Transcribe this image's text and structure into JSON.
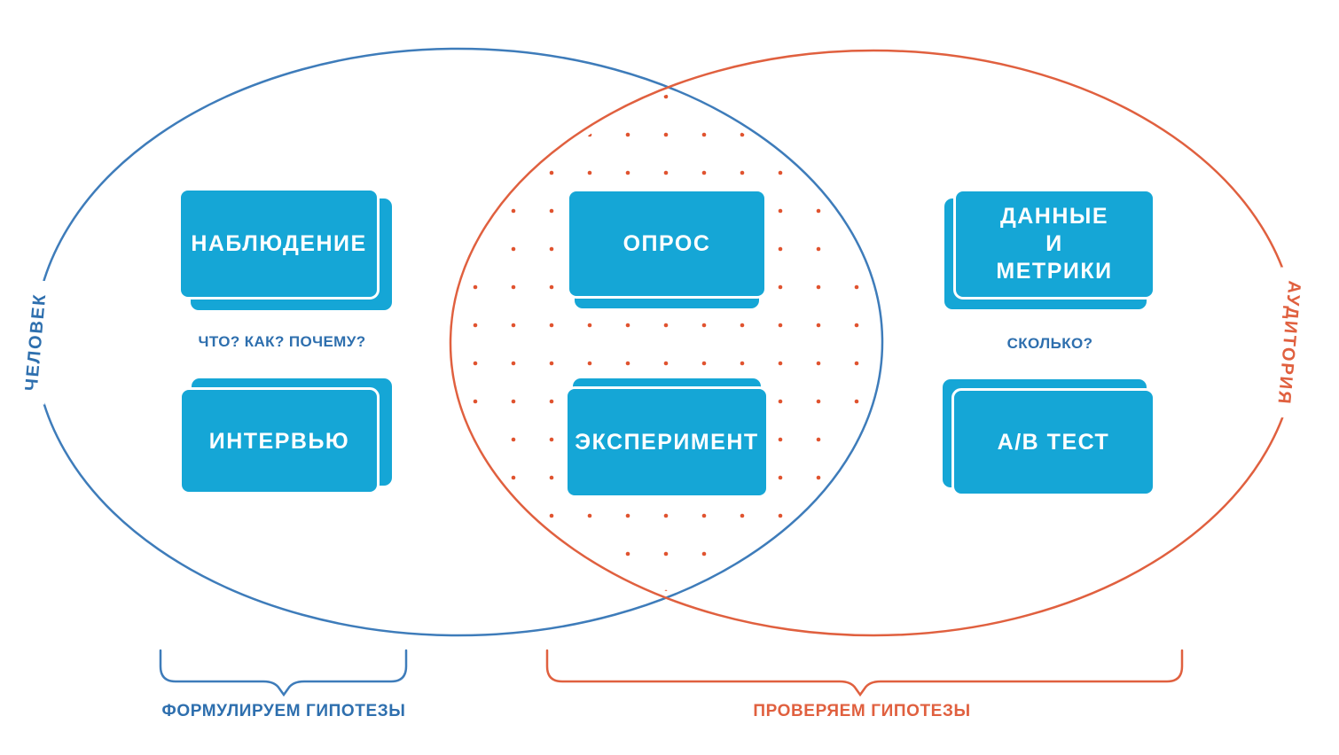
{
  "circles": {
    "left": {
      "label": "ЧЕЛОВЕК",
      "question": "ЧТО? КАК? ПОЧЕМУ?",
      "caption": "ФОРМУЛИРУЕМ ГИПОТЕЗЫ",
      "color": "#3E7CBA"
    },
    "right": {
      "label": "АУДИТОРИЯ",
      "question": "СКОЛЬКО?",
      "caption": "ПРОВЕРЯЕМ ГИПОТЕЗЫ",
      "color": "#E0603F"
    }
  },
  "boxes": {
    "observation": {
      "label": "НАБЛЮДЕНИЕ"
    },
    "interview": {
      "label": "ИНТЕРВЬЮ"
    },
    "survey": {
      "label": "ОПРОС"
    },
    "experiment": {
      "label": "ЭКСПЕРИМЕНТ"
    },
    "data_metrics": {
      "label": "ДАННЫЕ\nИ\nМЕТРИКИ"
    },
    "ab_test": {
      "label": "A/B ТЕСТ"
    }
  },
  "colors": {
    "box_fill": "#15A6D6",
    "box_text": "#FFFFFF",
    "blue_stroke": "#3E7CBA",
    "blue_text": "#2E6FAE",
    "orange_stroke": "#E0603F",
    "dots": "#E0532F",
    "background": "#FFFFFF"
  }
}
